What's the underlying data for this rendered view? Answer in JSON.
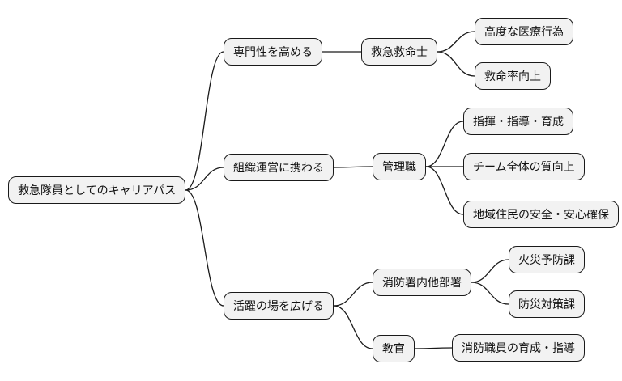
{
  "colors": {
    "background": "#ffffff",
    "node_fill": "#f2f2f2",
    "node_border": "#1a1a1a",
    "connector_line": "#1a1a1a",
    "text": "#111111"
  },
  "mindmap": {
    "direction": "left-to-right",
    "root": {
      "label": "救急隊員としてのキャリアパス",
      "children": [
        {
          "label": "専門性を高める",
          "children": [
            {
              "label": "救急救命士",
              "children": [
                {
                  "label": "高度な医療行為"
                },
                {
                  "label": "救命率向上"
                }
              ]
            }
          ]
        },
        {
          "label": "組織運営に携わる",
          "children": [
            {
              "label": "管理職",
              "children": [
                {
                  "label": "指揮・指導・育成"
                },
                {
                  "label": "チーム全体の質向上"
                },
                {
                  "label": "地域住民の安全・安心確保"
                }
              ]
            }
          ]
        },
        {
          "label": "活躍の場を広げる",
          "children": [
            {
              "label": "消防署内他部署",
              "children": [
                {
                  "label": "火災予防課"
                },
                {
                  "label": "防災対策課"
                }
              ]
            },
            {
              "label": "教官",
              "children": [
                {
                  "label": "消防職員の育成・指導"
                }
              ]
            }
          ]
        }
      ]
    }
  }
}
